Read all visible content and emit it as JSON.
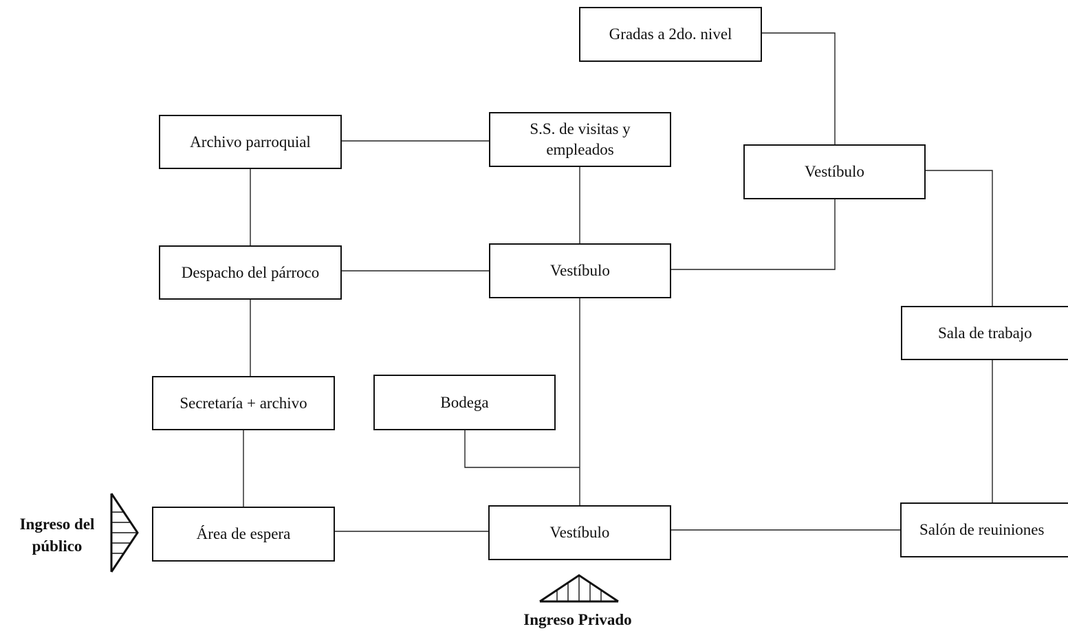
{
  "nodes": {
    "gradas": "Gradas a 2do. nivel",
    "archivo_parroquial": "Archivo parroquial",
    "ss_visitas": "S.S. de visitas y empleados",
    "vestibulo_superior": "Vestíbulo",
    "despacho": "Despacho del párroco",
    "vestibulo_central": "Vestíbulo",
    "sala_trabajo": "Sala de trabajo",
    "secretaria": "Secretaría + archivo",
    "bodega": "Bodega",
    "area_espera": "Área de espera",
    "vestibulo_inferior": "Vestíbulo",
    "salon_reuniones": "Salón de reuiniones"
  },
  "entrances": {
    "publico": "Ingreso del público",
    "privado": "Ingreso Privado"
  }
}
